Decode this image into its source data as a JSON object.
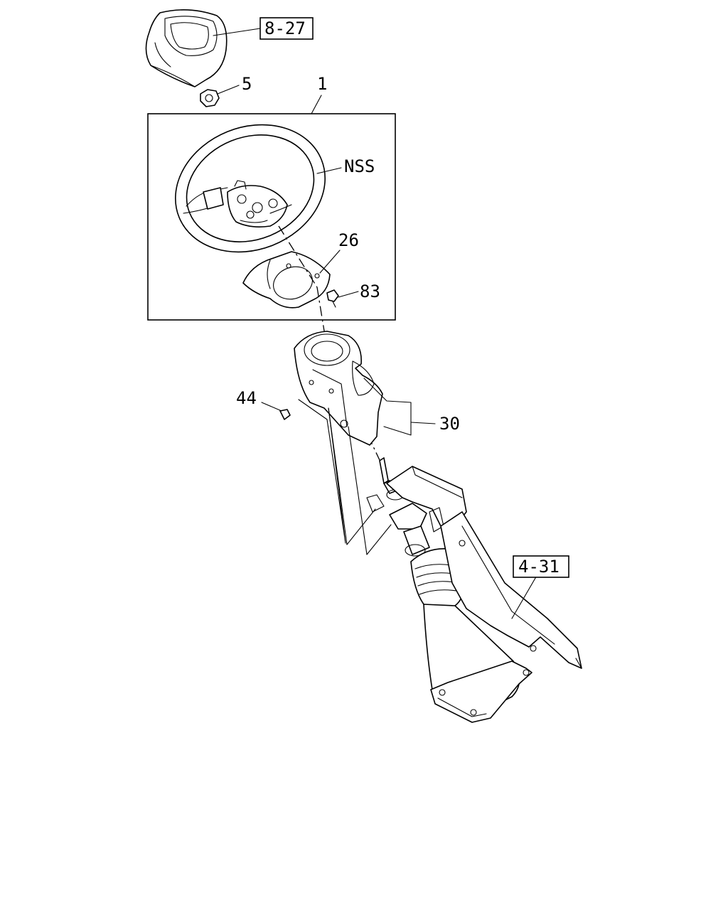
{
  "callouts": {
    "ref_horn_pad": "8-27",
    "ref_column_bracket": "4-31",
    "part_steering_wheel": "1",
    "part_nut": "5",
    "part_nss": "NSS",
    "part_cover": "26",
    "part_screw_cover": "83",
    "part_screw_column": "44",
    "part_column_cover": "30"
  }
}
